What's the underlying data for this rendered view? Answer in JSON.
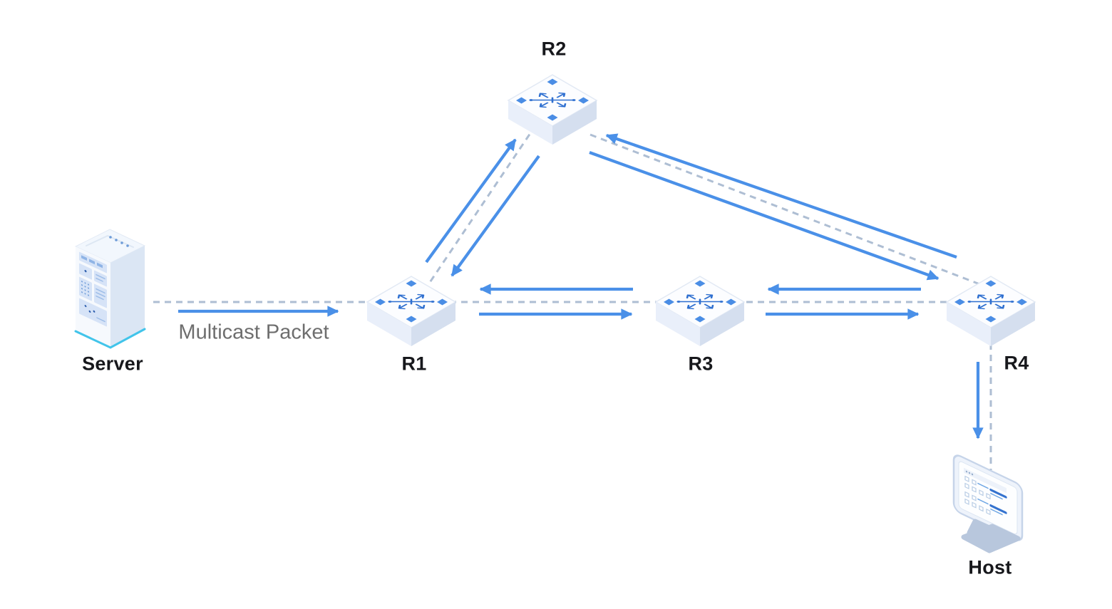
{
  "diagram": {
    "type": "network-multicast-topology",
    "nodes": {
      "server": {
        "label": "Server",
        "kind": "server"
      },
      "r1": {
        "label": "R1",
        "kind": "router"
      },
      "r2": {
        "label": "R2",
        "kind": "router"
      },
      "r3": {
        "label": "R3",
        "kind": "router"
      },
      "r4": {
        "label": "R4",
        "kind": "router"
      },
      "host": {
        "label": "Host",
        "kind": "host"
      }
    },
    "annotation": {
      "multicast_packet": "Multicast Packet"
    },
    "edges": [
      {
        "from": "Server",
        "to": "R1",
        "link": "dashed",
        "arrows": [
          {
            "from": "Server",
            "to": "R1"
          }
        ],
        "label": "Multicast Packet"
      },
      {
        "from": "R1",
        "to": "R2",
        "link": "dashed",
        "arrows": [
          {
            "from": "R1",
            "to": "R2"
          },
          {
            "from": "R2",
            "to": "R1"
          }
        ]
      },
      {
        "from": "R2",
        "to": "R4",
        "link": "dashed",
        "arrows": [
          {
            "from": "R4",
            "to": "R2"
          },
          {
            "from": "R2",
            "to": "R4"
          }
        ]
      },
      {
        "from": "R1",
        "to": "R3",
        "link": "dashed",
        "arrows": [
          {
            "from": "R3",
            "to": "R1"
          },
          {
            "from": "R1",
            "to": "R3"
          }
        ]
      },
      {
        "from": "R3",
        "to": "R4",
        "link": "dashed",
        "arrows": [
          {
            "from": "R4",
            "to": "R3"
          },
          {
            "from": "R3",
            "to": "R4"
          }
        ]
      },
      {
        "from": "R4",
        "to": "Host",
        "link": "dashed",
        "arrows": [
          {
            "from": "R4",
            "to": "Host"
          }
        ]
      }
    ],
    "colors": {
      "arrow": "#4a90e8",
      "dashed_link": "#aebed3",
      "node_label": "#17181c",
      "annotation_text": "#6e6e6e",
      "router_icon": "#2e6fd0",
      "router_diamond": "#4a8de5",
      "server_accent": "#41c4ea",
      "background": "#ffffff"
    }
  }
}
